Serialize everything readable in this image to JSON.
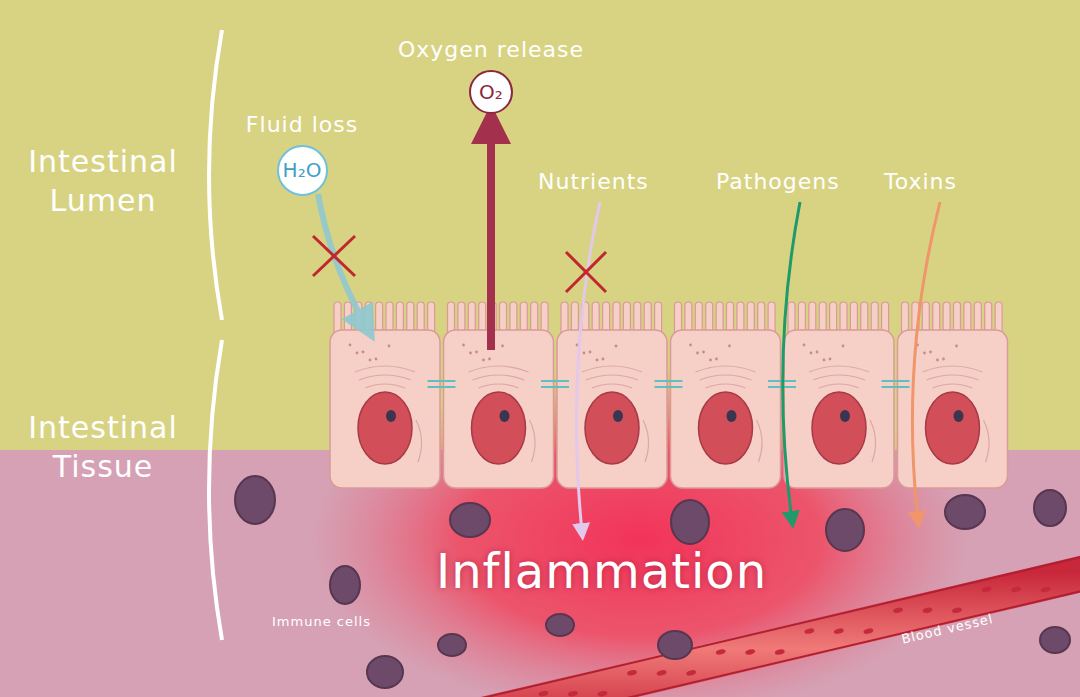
{
  "diagram": {
    "nodes": [
      {
        "text": [
          "Fluid loss",
          "H₂O"
        ]
      },
      {
        "text": [
          "Oxygen release",
          "O₂"
        ]
      }
    ],
    "labels": [
      "Intestinal Lumen",
      "Intestinal Tissue",
      "Nutrients",
      "Pathogens",
      "Toxins",
      "Inflammation",
      "Immune cells",
      "Blood vessel"
    ]
  }
}
